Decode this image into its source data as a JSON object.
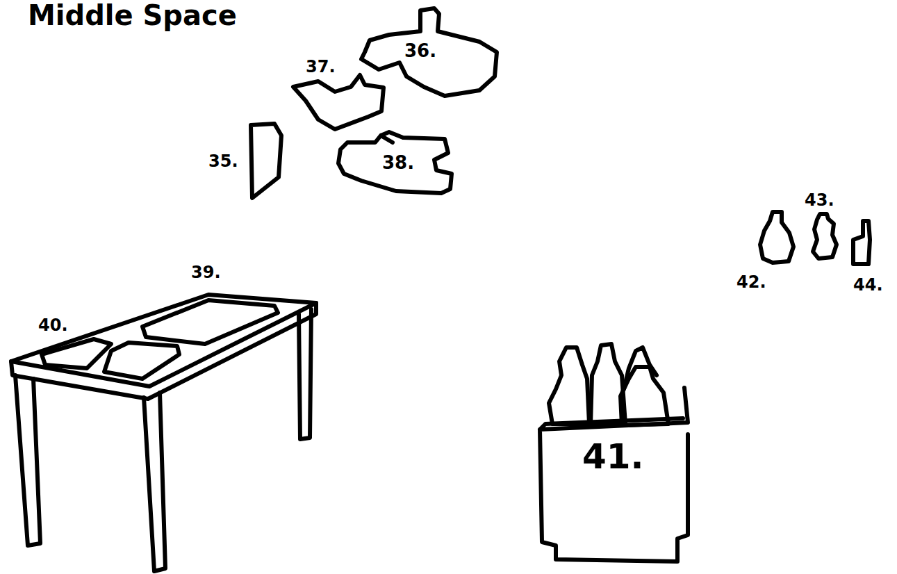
{
  "diagram": {
    "title": "Middle Space",
    "nodes": [
      {
        "text": [
          "36."
        ]
      },
      {
        "text": [
          "38."
        ]
      },
      {
        "text": [
          "41."
        ]
      }
    ],
    "labels": [
      "35.",
      "37.",
      "39.",
      "40.",
      "42.",
      "43.",
      "44."
    ]
  }
}
